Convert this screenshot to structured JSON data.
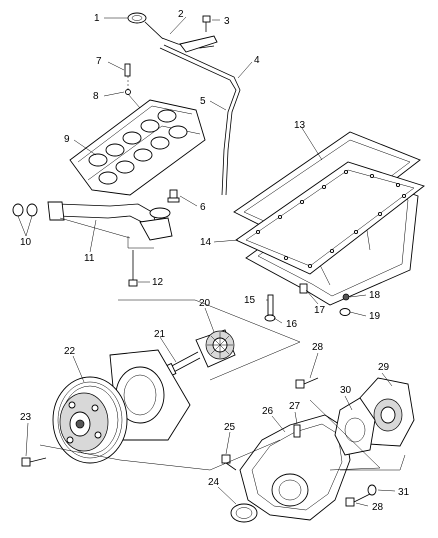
{
  "diagram": {
    "callouts": [
      "1",
      "2",
      "3",
      "4",
      "5",
      "6",
      "7",
      "8",
      "9",
      "10",
      "11",
      "12",
      "13",
      "14",
      "15",
      "16",
      "17",
      "18",
      "19",
      "20",
      "21",
      "22",
      "23",
      "24",
      "25",
      "26",
      "27",
      "28",
      "29",
      "30",
      "31",
      "28"
    ]
  }
}
